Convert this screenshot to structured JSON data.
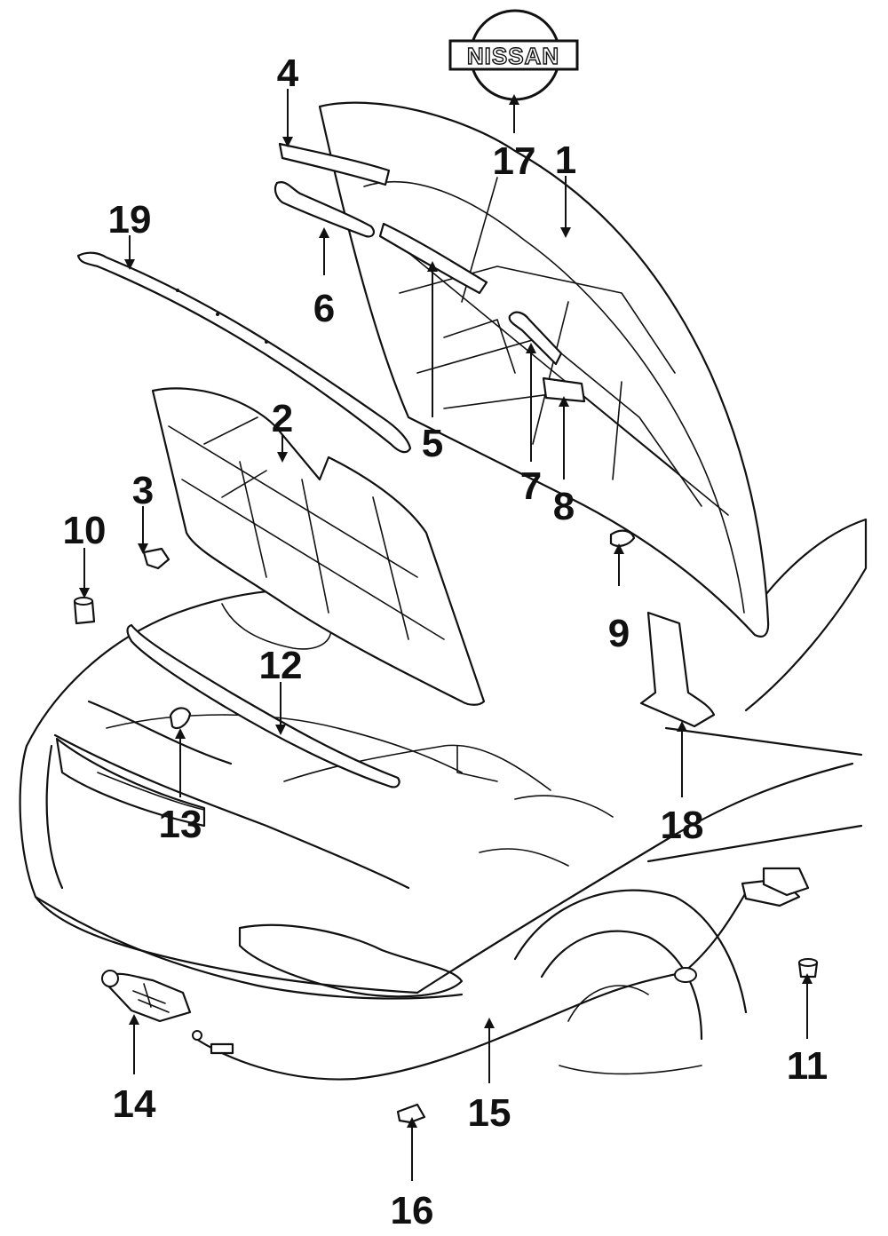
{
  "diagram": {
    "emblem_text": "NISSAN",
    "callouts": [
      {
        "id": "1",
        "label": "1"
      },
      {
        "id": "2",
        "label": "2"
      },
      {
        "id": "3",
        "label": "3"
      },
      {
        "id": "4",
        "label": "4"
      },
      {
        "id": "5",
        "label": "5"
      },
      {
        "id": "6",
        "label": "6"
      },
      {
        "id": "7",
        "label": "7"
      },
      {
        "id": "8",
        "label": "8"
      },
      {
        "id": "9",
        "label": "9"
      },
      {
        "id": "10",
        "label": "10"
      },
      {
        "id": "11",
        "label": "11"
      },
      {
        "id": "12",
        "label": "12"
      },
      {
        "id": "13",
        "label": "13"
      },
      {
        "id": "14",
        "label": "14"
      },
      {
        "id": "15",
        "label": "15"
      },
      {
        "id": "16",
        "label": "16"
      },
      {
        "id": "17",
        "label": "17"
      },
      {
        "id": "18",
        "label": "18"
      },
      {
        "id": "19",
        "label": "19"
      }
    ]
  }
}
